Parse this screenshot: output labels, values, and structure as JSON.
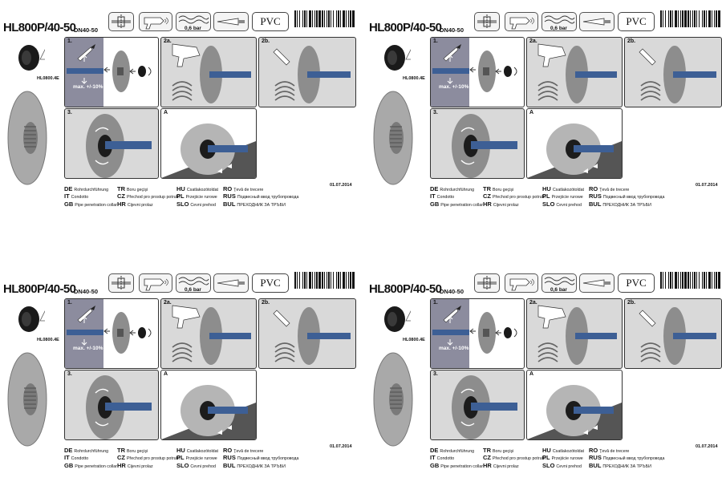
{
  "product": {
    "title": "HL800P/40-50",
    "dn": "DN40-50",
    "pressure": "0,6 bar",
    "material": "PVC",
    "side_code": "HL0800.4E",
    "date": "01.07.2014"
  },
  "steps": {
    "s1": "1.",
    "s2a": "2a.",
    "s2b": "2b.",
    "s3": "3.",
    "sA": "A",
    "tolerance": "max. +/-10%"
  },
  "languages": [
    [
      {
        "code": "DE",
        "text": "Rohrdurchführung"
      },
      {
        "code": "IT",
        "text": "Condotto"
      },
      {
        "code": "GB",
        "text": "Pipe penetration collar"
      }
    ],
    [
      {
        "code": "TR",
        "text": "Boru geçişi"
      },
      {
        "code": "CZ",
        "text": "Přechod pro prostup potrubí"
      },
      {
        "code": "HR",
        "text": "Cijevni prolaz"
      }
    ],
    [
      {
        "code": "HU",
        "text": "Csatlakozótoldat"
      },
      {
        "code": "PL",
        "text": "Przejście rurowe"
      },
      {
        "code": "SLO",
        "text": "Cevni prehod"
      }
    ],
    [
      {
        "code": "RO",
        "text": "Ţevă de trecere"
      },
      {
        "code": "RUS",
        "text": "Подвесный ввод трубопровода"
      },
      {
        "code": "BUL",
        "text": "ПРЕХОДНИК ЗА ТРЪБИ"
      }
    ]
  ],
  "colors": {
    "pipe": "#3d5f95",
    "panel": "#d9d9d9",
    "membrane": "#8d8d8d",
    "dark": "#1c1c1c"
  },
  "icons": [
    "pipe-cutting-icon",
    "heat-gun-icon",
    "bellows-icon",
    "sealant-tube-icon",
    "barcode-icon"
  ]
}
